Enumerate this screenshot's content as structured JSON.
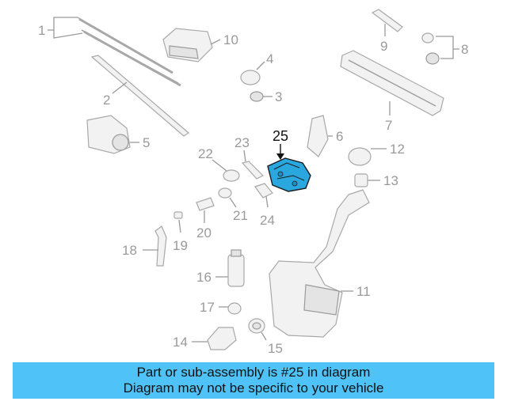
{
  "callouts": {
    "c1": "1",
    "c2": "2",
    "c3": "3",
    "c4": "4",
    "c5": "5",
    "c6": "6",
    "c7": "7",
    "c8": "8",
    "c9": "9",
    "c10": "10",
    "c11": "11",
    "c12": "12",
    "c13": "13",
    "c14": "14",
    "c15": "15",
    "c16": "16",
    "c17": "17",
    "c18": "18",
    "c19": "19",
    "c20": "20",
    "c21": "21",
    "c22": "22",
    "c23": "23",
    "c24": "24",
    "c25": "25"
  },
  "highlight_color": "#2aa7de",
  "banner": {
    "line1": "Part or sub-assembly is #25 in diagram",
    "line2": "Diagram may not be specific to your vehicle",
    "background": "#4fc3f7"
  }
}
